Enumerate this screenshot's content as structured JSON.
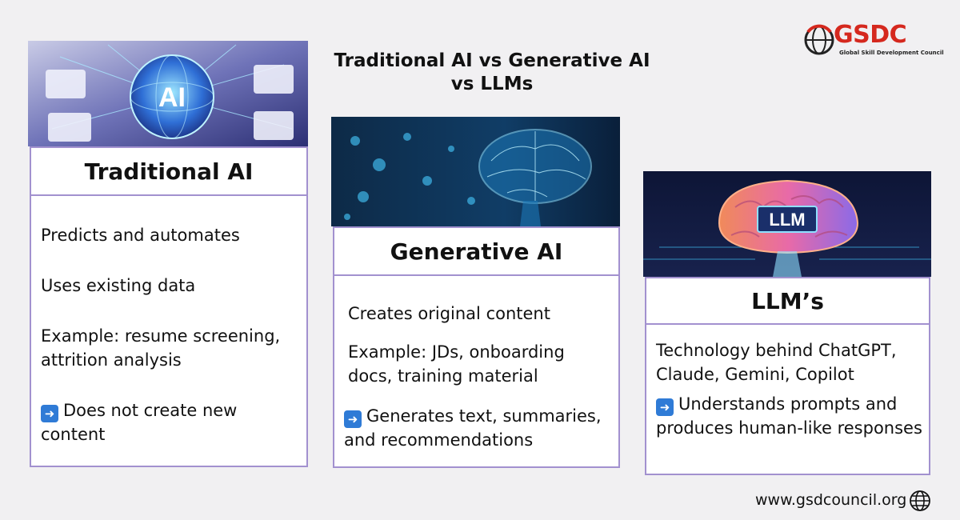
{
  "title": "Traditional AI vs Generative AI vs LLMs",
  "logo": {
    "name": "GSDC",
    "subtitle": "Global Skill Development Council",
    "brand_color": "#d5281e"
  },
  "cards": [
    {
      "image_label": "AI",
      "heading": "Traditional AI",
      "points": [
        "Predicts and automates",
        "Uses existing data",
        "Example: resume screening, attrition analysis",
        "Does not create new content"
      ]
    },
    {
      "heading": "Generative AI",
      "points": [
        "Creates original content",
        "Example: JDs, onboarding docs, training material",
        "Generates text, summaries, and recommendations"
      ]
    },
    {
      "image_label": "LLM",
      "heading": "LLM’s",
      "points": [
        "Technology behind ChatGPT, Claude, Gemini, Copilot",
        "Understands prompts and produces human-like responses"
      ]
    }
  ],
  "footer": {
    "url": "www.gsdcouncil.org",
    "icon": "globe-icon"
  },
  "colors": {
    "border": "#a291cf",
    "arrow": "#2f7bd6",
    "background": "#f1f0f2"
  }
}
